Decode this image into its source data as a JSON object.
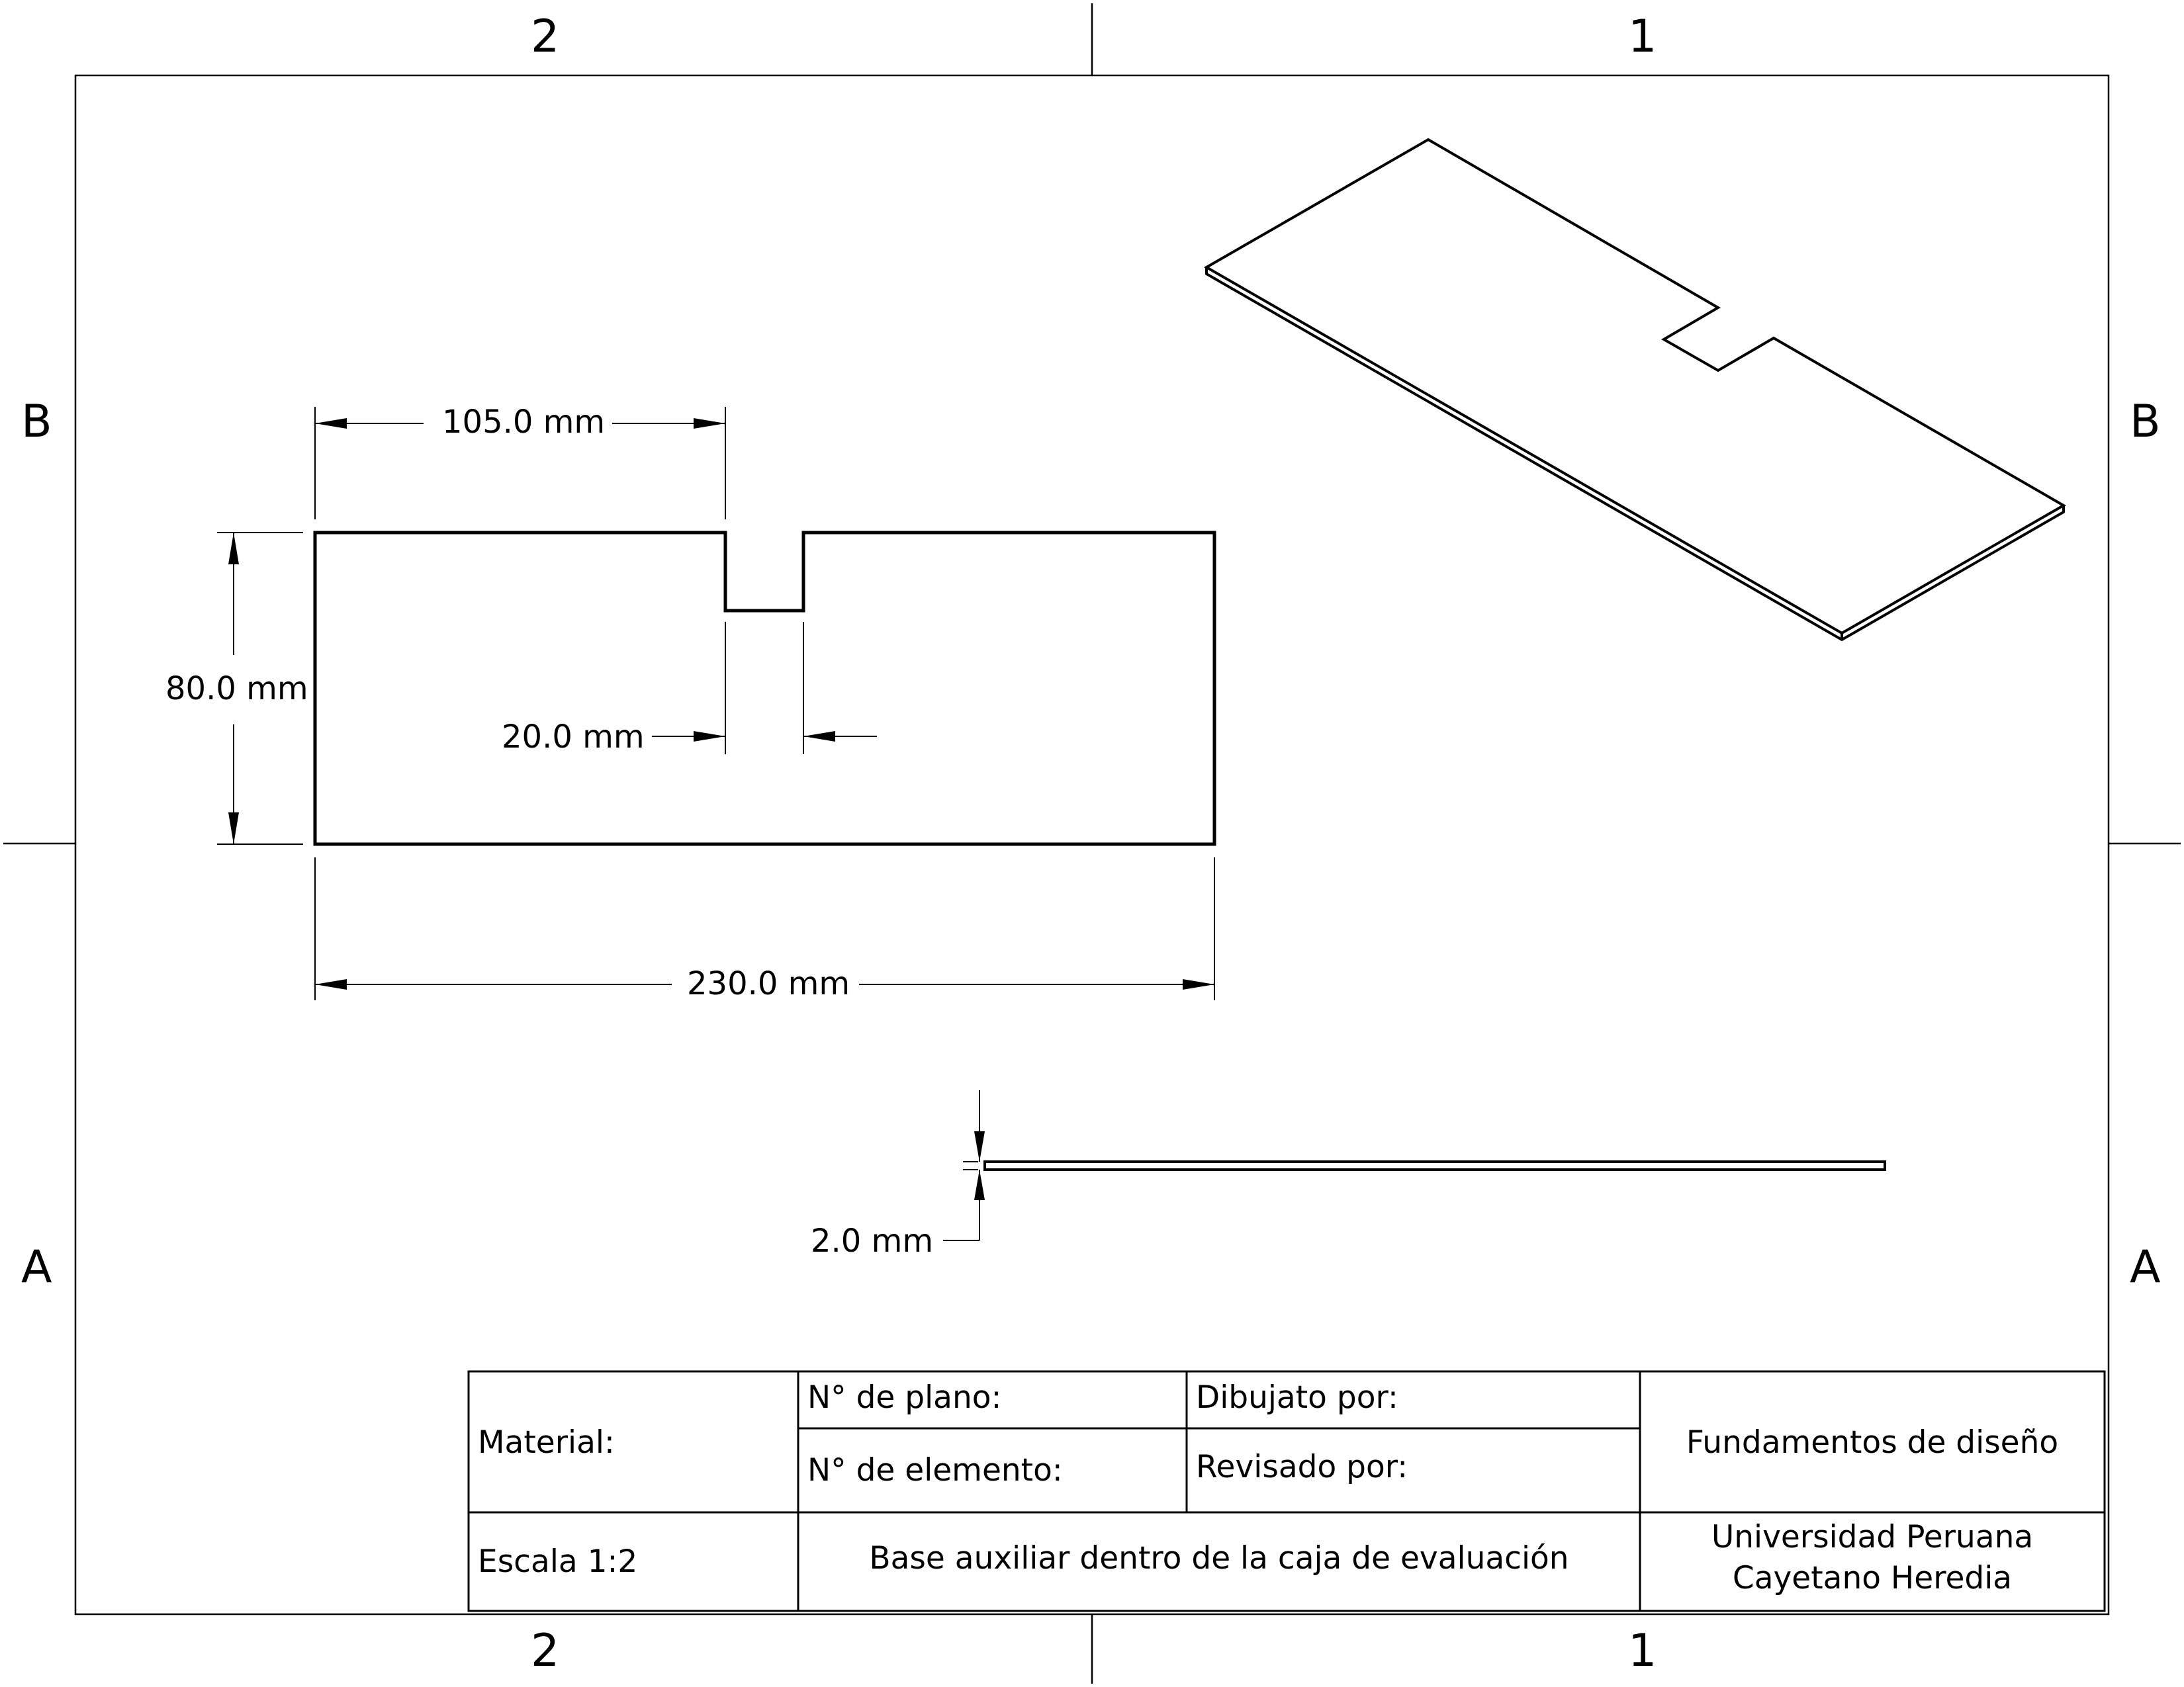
{
  "zones": {
    "col_left": "2",
    "col_right": "1",
    "row_upper": "B",
    "row_lower": "A"
  },
  "dimensions": {
    "notch_offset": "105.0 mm",
    "height": "80.0 mm",
    "notch_width": "20.0 mm",
    "length": "230.0 mm",
    "thickness": "2.0 mm"
  },
  "title_block": {
    "material_label": "Material:",
    "plan_no_label": "N° de plano:",
    "element_no_label": "N° de elemento:",
    "drawn_by_label": "Dibujato por:",
    "reviewed_by_label": "Revisado por:",
    "course": "Fundamentos de diseño",
    "scale": "Escala 1:2",
    "part_name": "Base auxiliar dentro de la caja de evaluación",
    "university_line1": "Universidad Peruana",
    "university_line2": "Cayetano Heredia"
  }
}
